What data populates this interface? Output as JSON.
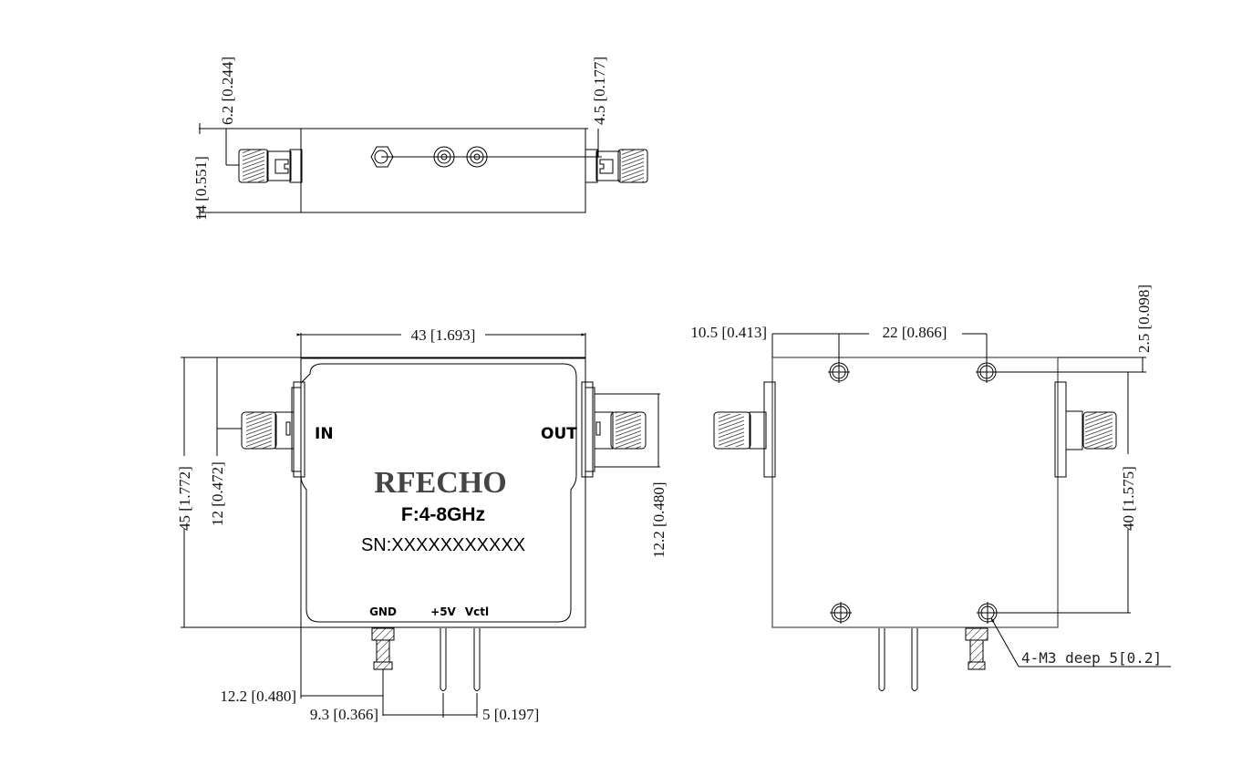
{
  "drawing": {
    "title": "RF component outline drawing",
    "units_note": "mm [inch]"
  },
  "top_view": {
    "dims": {
      "height": "14 [0.551]",
      "left_connector_offset": "6.2 [0.244]",
      "right_connector_offset": "4.5 [0.177]"
    }
  },
  "front_view": {
    "brand": "RFECHO",
    "frequency": "F:4-8GHz",
    "serial": "SN:XXXXXXXXXXX",
    "port_in": "IN",
    "port_out": "OUT",
    "pins": [
      "GND",
      "+5V",
      "Vctl"
    ],
    "dims": {
      "width": "43 [1.693]",
      "height": "45 [1.772]",
      "in_offset": "12 [0.472]",
      "out_offset": "12.2 [0.480]",
      "gnd_offset": "12.2 [0.480]",
      "pin_offset": "9.3 [0.366]",
      "pin_pitch": "5 [0.197]"
    }
  },
  "back_view": {
    "dims": {
      "hole_x": "10.5 [0.413]",
      "hole_spacing": "22 [0.866]",
      "hole_y": "2.5 [0.098]",
      "hole_vertical": "40 [1.575]"
    },
    "note": "4-M3 deep 5[0.2]"
  }
}
